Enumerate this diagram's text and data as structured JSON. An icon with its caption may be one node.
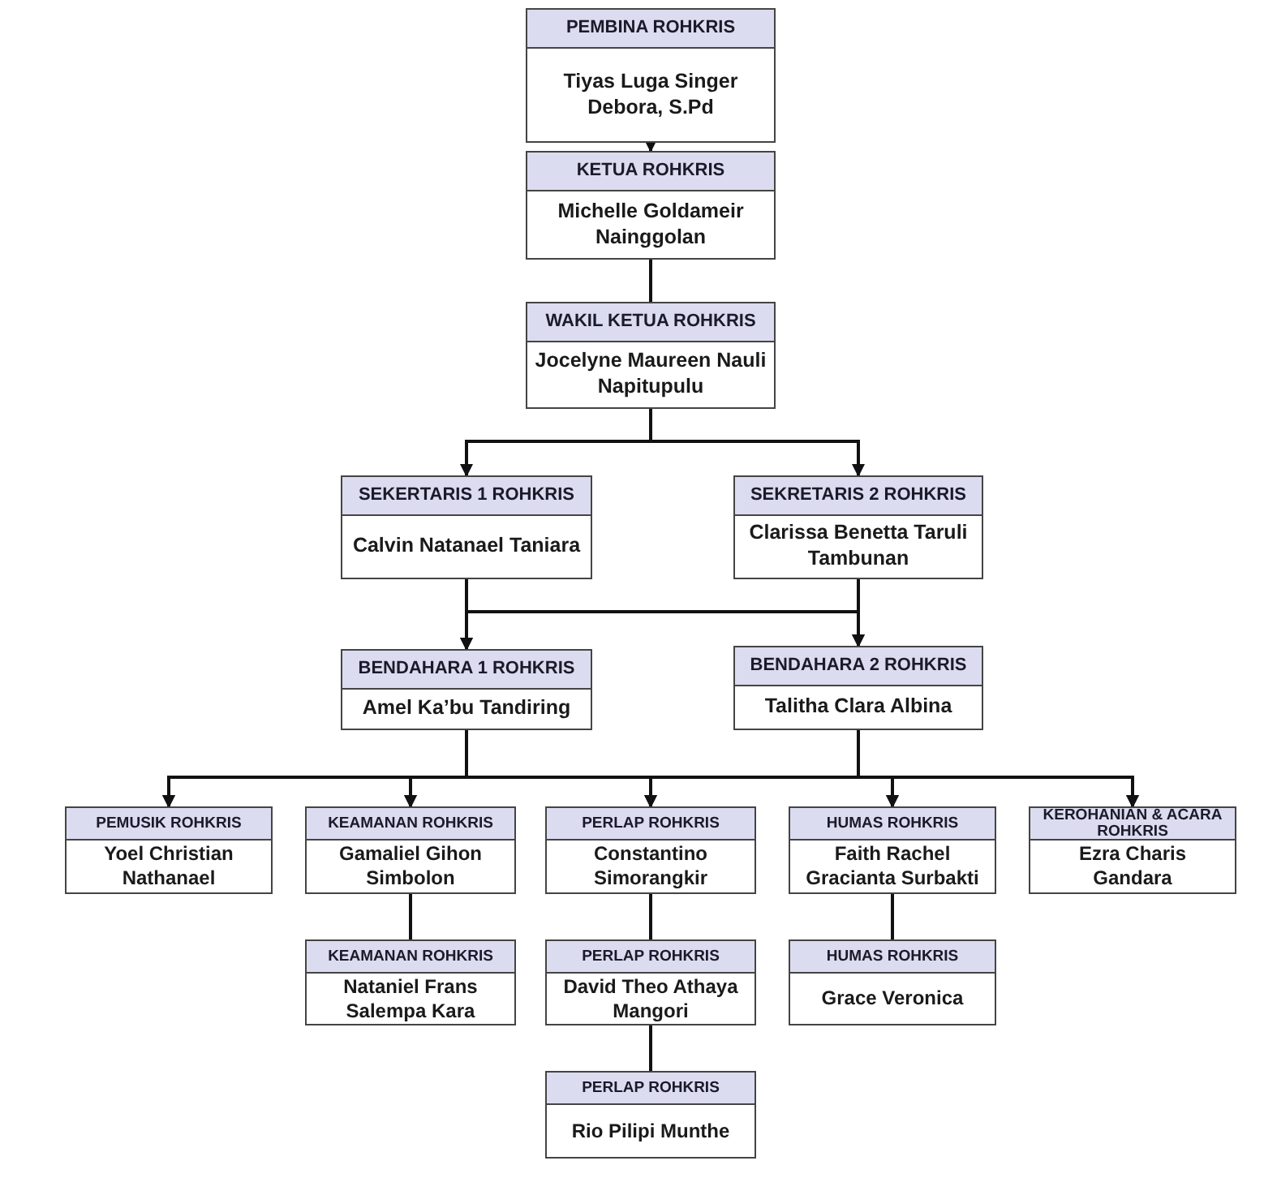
{
  "diagram": {
    "nodes": [
      {
        "text": [
          "PEMBINA ROHKRIS",
          "Tiyas Luga Singer Debora, S.Pd"
        ]
      },
      {
        "text": [
          "KETUA ROHKRIS",
          "Michelle Goldameir Nainggolan"
        ]
      },
      {
        "text": [
          "WAKIL KETUA ROHKRIS",
          "Jocelyne Maureen Nauli Napitupulu"
        ]
      },
      {
        "text": [
          "SEKERTARIS 1 ROHKRIS",
          "Calvin Natanael Taniara"
        ]
      },
      {
        "text": [
          "SEKRETARIS 2 ROHKRIS",
          "Clarissa Benetta Taruli Tambunan"
        ]
      },
      {
        "text": [
          "BENDAHARA 1 ROHKRIS",
          "Amel Ka’bu Tandiring"
        ]
      },
      {
        "text": [
          "BENDAHARA 2 ROHKRIS",
          "Talitha Clara Albina"
        ]
      },
      {
        "text": [
          "PEMUSIK ROHKRIS",
          "Yoel Christian Nathanael"
        ]
      },
      {
        "text": [
          "KEAMANAN ROHKRIS",
          "Gamaliel Gihon Simbolon"
        ]
      },
      {
        "text": [
          "PERLAP ROHKRIS",
          "Constantino Simorangkir"
        ]
      },
      {
        "text": [
          "HUMAS ROHKRIS",
          "Faith Rachel Gracianta Surbakti"
        ]
      },
      {
        "text": [
          "KEROHANIAN & ACARA ROHKRIS",
          "Ezra Charis Gandara"
        ]
      },
      {
        "text": [
          "KEAMANAN ROHKRIS",
          "Nataniel Frans Salempa Kara"
        ]
      },
      {
        "text": [
          "PERLAP ROHKRIS",
          "David Theo Athaya Mangori"
        ]
      },
      {
        "text": [
          "HUMAS ROHKRIS",
          "Grace Veronica"
        ]
      },
      {
        "text": [
          "PERLAP ROHKRIS",
          "Rio Pilipi Munthe"
        ]
      }
    ],
    "edges": [
      {
        "from": 0,
        "to": 1,
        "arrow": "to"
      },
      {
        "from": 1,
        "to": 2,
        "arrow": "none"
      },
      {
        "from": 2,
        "to": 3,
        "arrow": "to"
      },
      {
        "from": 2,
        "to": 4,
        "arrow": "to"
      },
      {
        "from": 3,
        "to": 5,
        "arrow": "to"
      },
      {
        "from": 3,
        "to": 6,
        "arrow": "to"
      },
      {
        "from": 4,
        "to": 5,
        "arrow": "to"
      },
      {
        "from": 4,
        "to": 6,
        "arrow": "to"
      },
      {
        "from": 5,
        "to": 7,
        "arrow": "to"
      },
      {
        "from": 5,
        "to": 8,
        "arrow": "to"
      },
      {
        "from": 5,
        "to": 9,
        "arrow": "to"
      },
      {
        "from": 5,
        "to": 10,
        "arrow": "to"
      },
      {
        "from": 5,
        "to": 11,
        "arrow": "to"
      },
      {
        "from": 6,
        "to": 7,
        "arrow": "to"
      },
      {
        "from": 6,
        "to": 8,
        "arrow": "to"
      },
      {
        "from": 6,
        "to": 9,
        "arrow": "to"
      },
      {
        "from": 6,
        "to": 10,
        "arrow": "to"
      },
      {
        "from": 6,
        "to": 11,
        "arrow": "to"
      },
      {
        "from": 8,
        "to": 12,
        "arrow": "none"
      },
      {
        "from": 9,
        "to": 13,
        "arrow": "none"
      },
      {
        "from": 13,
        "to": 15,
        "arrow": "none"
      },
      {
        "from": 10,
        "to": 14,
        "arrow": "none"
      }
    ]
  }
}
